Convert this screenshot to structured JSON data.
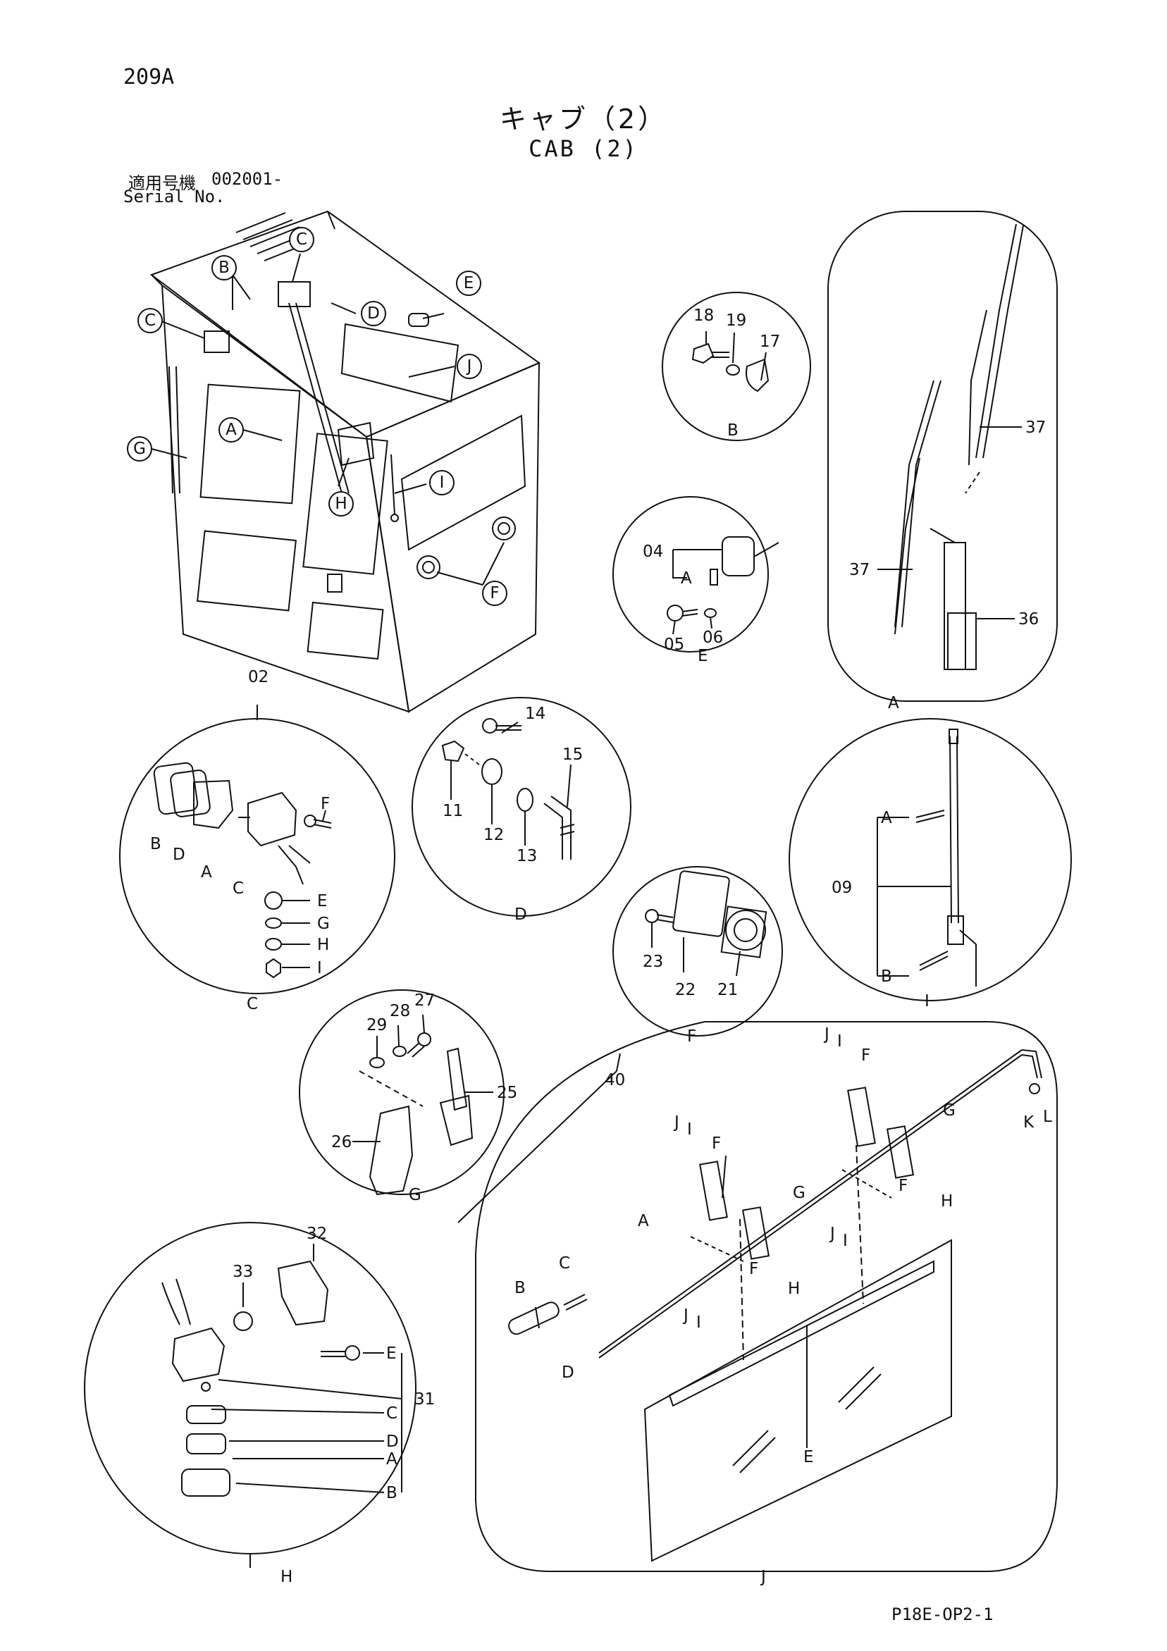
{
  "header": {
    "page_code": "209A",
    "title_ja": "キャブ（2）",
    "title_en": "CAB (2)",
    "serial_label_ja": "適用号機",
    "serial_number": "002001-",
    "serial_label_en": "Serial No."
  },
  "footer": {
    "drawing_code": "P18E-OP2-1"
  },
  "overview_callouts": [
    "B",
    "C",
    "C",
    "D",
    "E",
    "J",
    "A",
    "G",
    "H",
    "I",
    "F"
  ],
  "detail_b": {
    "circle_label": "B",
    "parts": [
      "18",
      "19",
      "17"
    ]
  },
  "detail_e": {
    "circle_label": "E",
    "parts": [
      "04",
      "A",
      "05",
      "06"
    ]
  },
  "detail_a": {
    "circle_label": "A",
    "parts": [
      "37",
      "37",
      "36"
    ]
  },
  "detail_c": {
    "circle_label": "C",
    "assembly": "02",
    "parts": [
      "B",
      "D",
      "A",
      "C",
      "F",
      "E",
      "G",
      "H",
      "I"
    ]
  },
  "detail_d": {
    "circle_label": "D",
    "parts": [
      "14",
      "15",
      "11",
      "12",
      "13"
    ]
  },
  "detail_i": {
    "circle_label": "I",
    "parts": [
      "A",
      "09",
      "B"
    ]
  },
  "detail_f": {
    "circle_label": "F",
    "parts": [
      "23",
      "22",
      "21"
    ]
  },
  "detail_g": {
    "circle_label": "G",
    "parts": [
      "29",
      "28",
      "27",
      "25",
      "26"
    ]
  },
  "detail_j": {
    "circle_label": "J",
    "assembly": "40",
    "parts": [
      "J",
      "I",
      "F",
      "J",
      "I",
      "F",
      "G",
      "K",
      "L",
      "F",
      "H",
      "G",
      "A",
      "F",
      "H",
      "J",
      "I",
      "C",
      "B",
      "D",
      "J",
      "I",
      "E"
    ]
  },
  "detail_h": {
    "circle_label": "H",
    "parts": [
      "32",
      "33",
      "E",
      "31",
      "C",
      "D",
      "A",
      "B"
    ]
  }
}
